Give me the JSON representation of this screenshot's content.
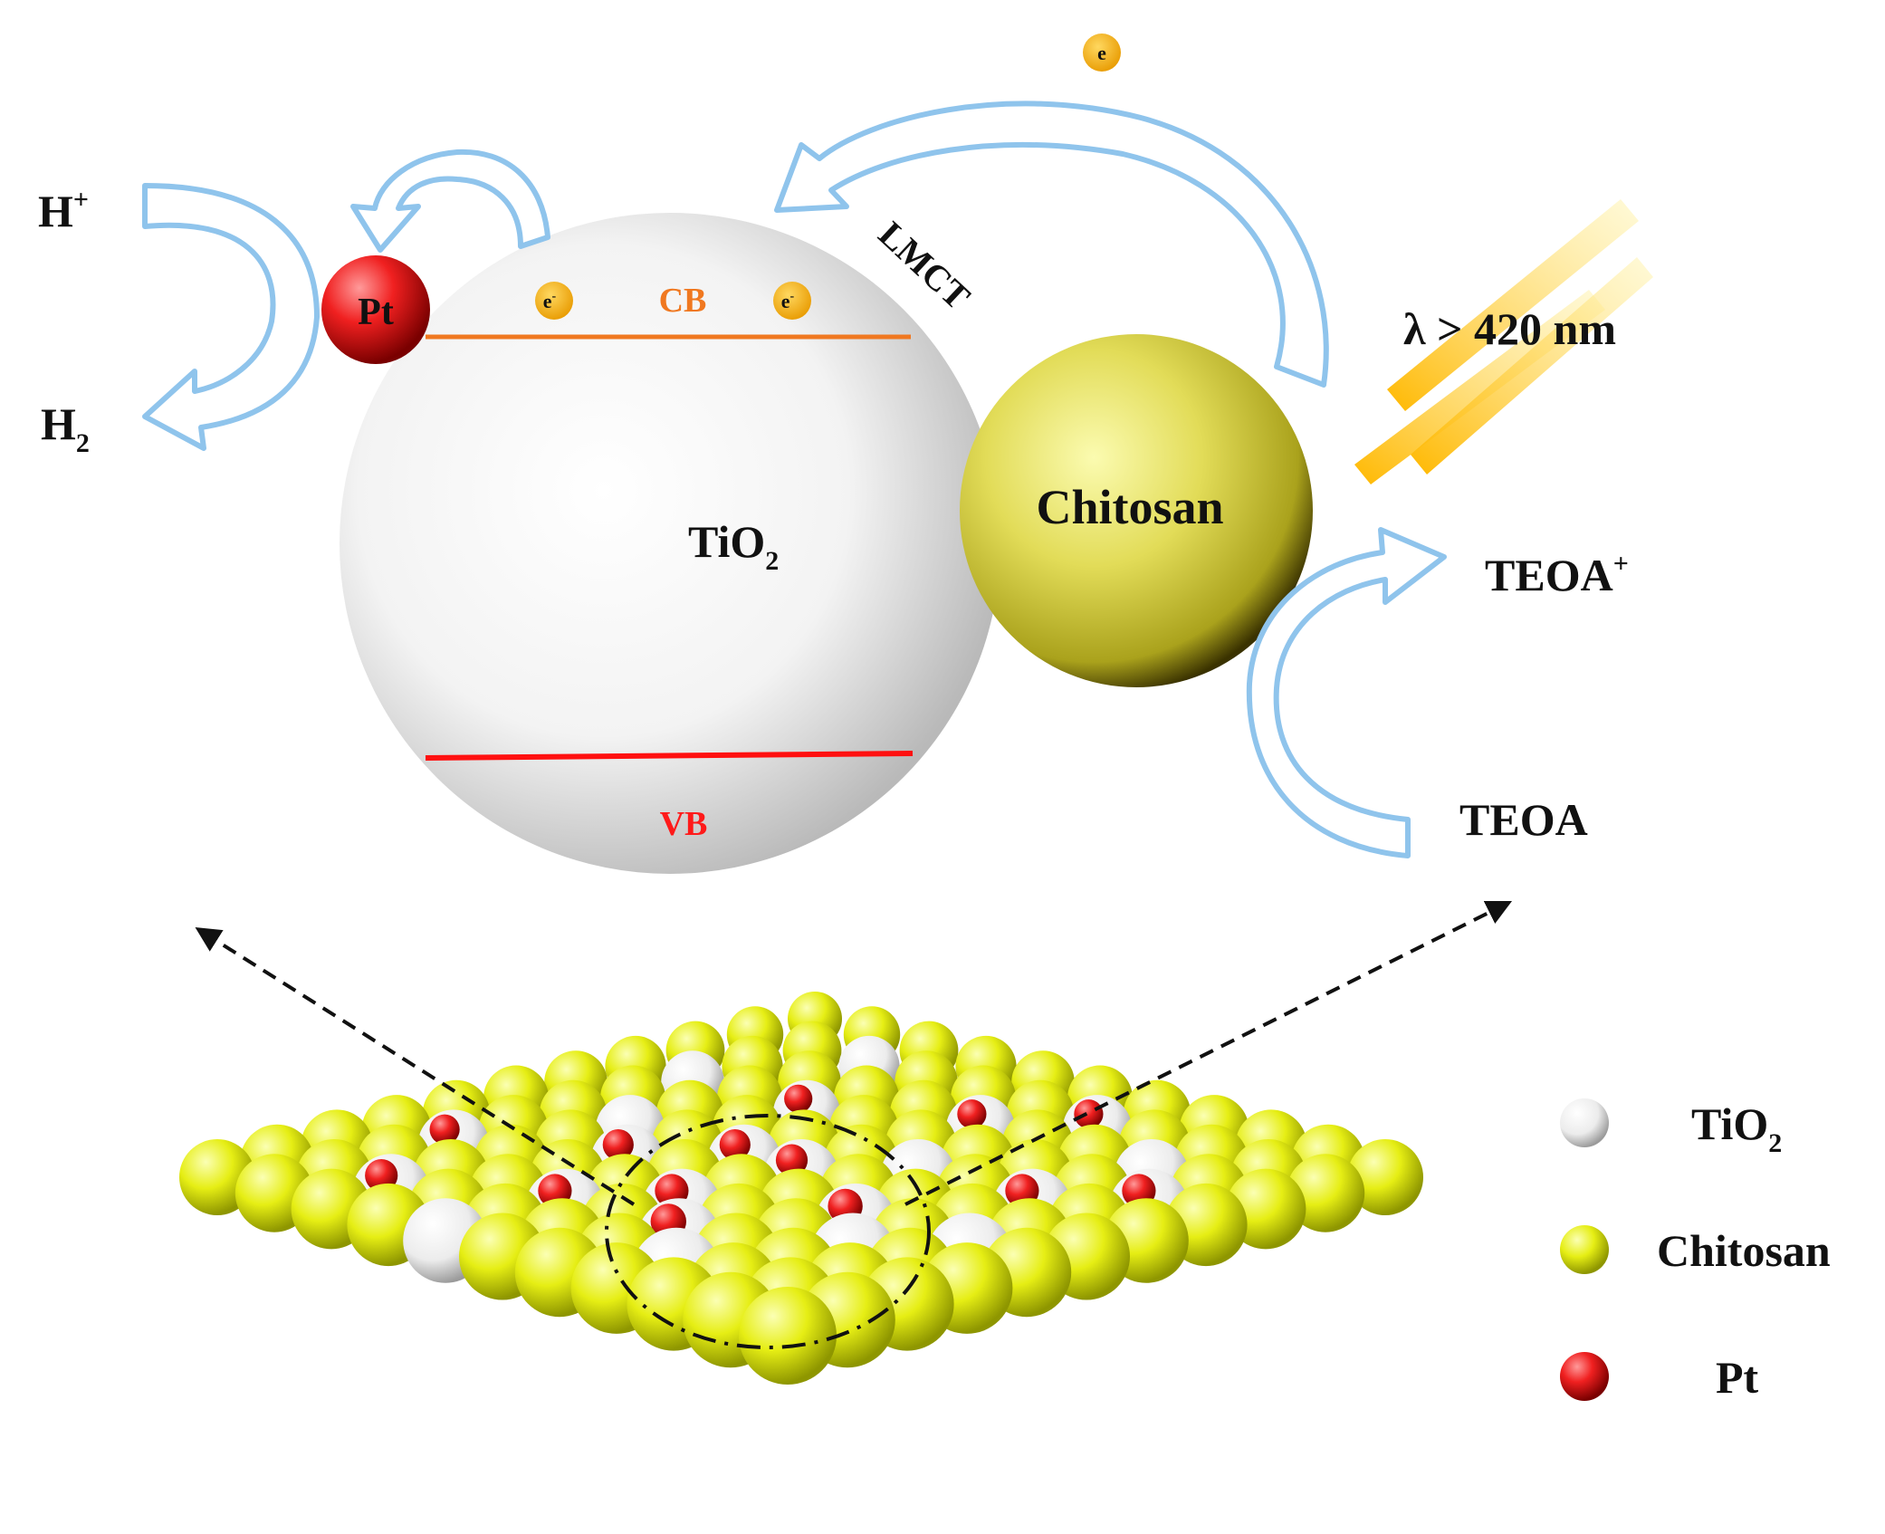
{
  "labels": {
    "h_plus": "H",
    "h_plus_sup": "+",
    "h2": "H",
    "h2_sub": "2",
    "pt": "Pt",
    "cb": "CB",
    "vb": "VB",
    "electron": "e",
    "electron_sup": "-",
    "electron_top": "e",
    "lmct": "LMCT",
    "tio2": "TiO",
    "tio2_sub": "2",
    "chitosan": "Chitosan",
    "wavelength": "λ > 420 nm",
    "teoa_plus": "TEOA",
    "teoa_plus_sup": "+",
    "teoa": "TEOA"
  },
  "legend": {
    "items": [
      {
        "label": "TiO",
        "sub": "2",
        "color": "#f2f2f2"
      },
      {
        "label": "Chitosan",
        "sub": "",
        "color": "#e4e400"
      },
      {
        "label": "Pt",
        "sub": "",
        "color": "#e21818"
      }
    ]
  },
  "colors": {
    "arrow_outline": "#8fc4ec",
    "cb_line": "#f07820",
    "vb_line": "#ff1010",
    "cb_text": "#f07820",
    "vb_text": "#ff1a1a",
    "electron": "#f5a800",
    "light_ray": "#ffc800"
  }
}
